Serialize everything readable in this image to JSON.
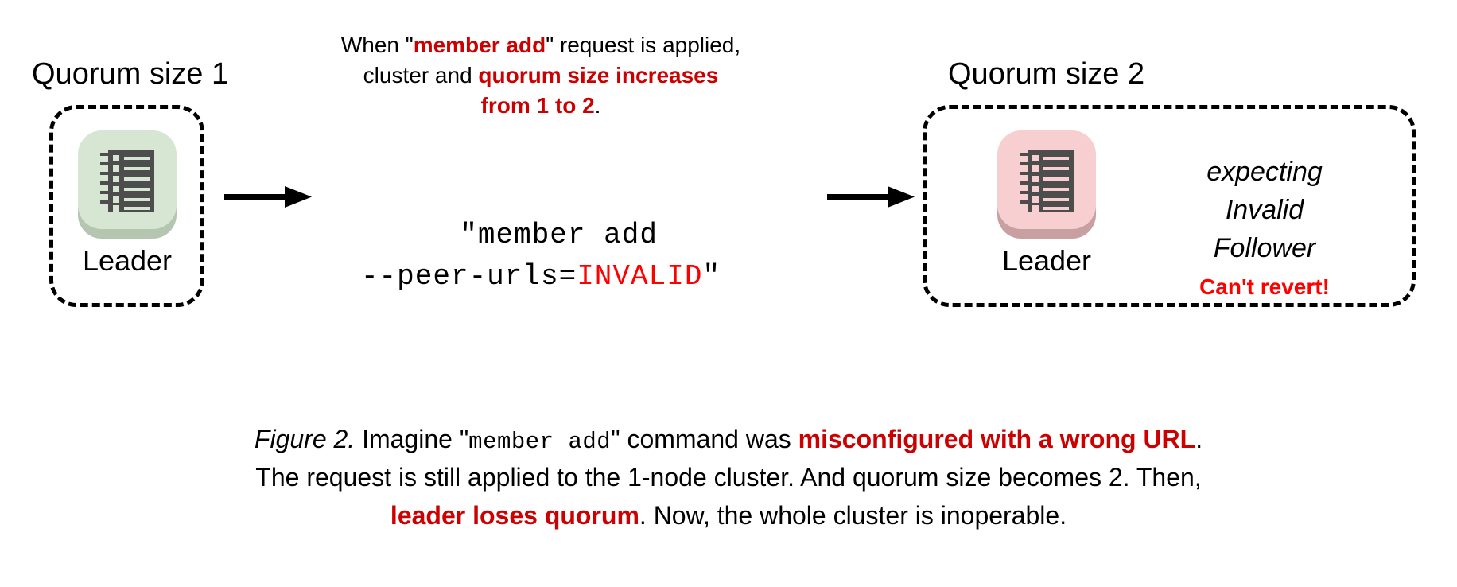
{
  "figure": {
    "left_cluster": {
      "heading": "Quorum size 1",
      "node_label": "Leader",
      "icon": "server-rack-icon",
      "icon_accent": "#d6e6d2"
    },
    "right_cluster": {
      "heading": "Quorum size 2",
      "node_label": "Leader",
      "icon": "server-rack-icon",
      "icon_accent": "#f7cfd0",
      "expect_line1": "expecting",
      "expect_line2": "Invalid",
      "expect_line3": "Follower",
      "warning": "Can't revert!"
    },
    "annotation": {
      "line1_a": "When \"",
      "line1_b": "member add",
      "line1_c": "\" request is applied,",
      "line2_a": "cluster and ",
      "line2_b": "quorum size increases",
      "line3_b": "from 1 to 2",
      "line3_c": "."
    },
    "command": {
      "line1": "\"member add",
      "line2_a": "--peer-urls=",
      "line2_b": "INVALID",
      "line2_c": "\""
    },
    "arrows": {
      "left_arrow": "arrow-right-icon",
      "right_arrow": "arrow-right-icon"
    },
    "caption": {
      "label": "Figure 2.",
      "seg1": " Imagine \"",
      "mono1": "member add",
      "seg2": "\" command was ",
      "strong1": "misconfigured with a wrong URL",
      "seg3": ".",
      "line2": "The request is still applied to the 1-node cluster. And quorum size becomes 2. Then,",
      "strong2": "leader loses quorum",
      "seg4": ". Now, the whole cluster is inoperable."
    },
    "colors": {
      "accent_red": "#cc0000",
      "pure_red": "#ff0000",
      "green_plate": "#d6e6d2",
      "green_shadow": "#b4c6af",
      "pink_plate": "#f7cfd0",
      "pink_shadow": "#c9a0a1",
      "rack_dark": "#4d4d4d"
    }
  }
}
